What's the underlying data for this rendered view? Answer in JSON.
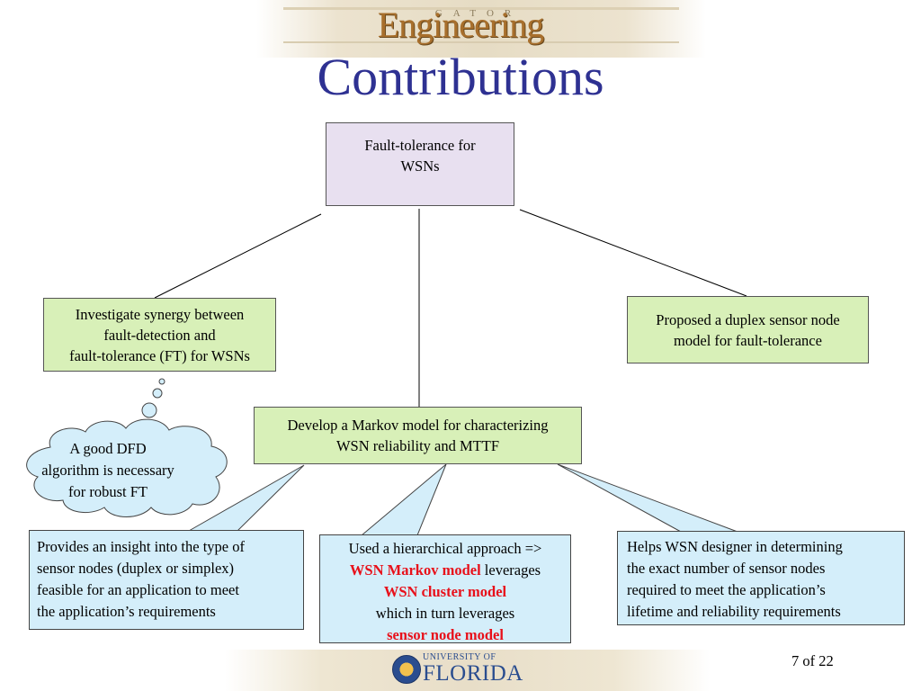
{
  "header": {
    "logo_gator": "GATOR",
    "logo_engineering": "Engineering",
    "title": "Contributions"
  },
  "diagram": {
    "root": {
      "line1": "Fault-tolerance for",
      "line2": "WSNs"
    },
    "branch_left": {
      "line1": "Investigate synergy between",
      "line2": "fault-detection and",
      "line3": "fault-tolerance (FT) for WSNs"
    },
    "branch_right": {
      "line1": "Proposed a duplex sensor node",
      "line2": "model for fault-tolerance"
    },
    "branch_center": {
      "line1": "Develop a Markov model for characterizing",
      "line2": "WSN reliability and MTTF"
    },
    "thought_cloud": {
      "line1": "A good DFD",
      "line2": "algorithm is necessary",
      "line3": "for robust FT"
    },
    "callout_left": {
      "line1": "Provides an insight into the type of",
      "line2": "sensor nodes (duplex or simplex)",
      "line3": "feasible for an application to meet",
      "line4": "the application’s requirements"
    },
    "callout_center": {
      "line1": "Used a hierarchical approach =>",
      "line2_red": "WSN Markov model",
      "line2_rest": " leverages",
      "line3_red": "WSN cluster model",
      "line4": "which in turn leverages",
      "line5_red": "sensor node model"
    },
    "callout_right": {
      "line1": "Helps WSN designer in determining",
      "line2": "the exact number of sensor nodes",
      "line3": "required to meet the application’s",
      "line4": "lifetime and reliability requirements"
    }
  },
  "footer": {
    "university_small": "UNIVERSITY OF",
    "university_large": "FLORIDA",
    "page": "7 of 22"
  },
  "colors": {
    "title": "#2e3192",
    "root_fill": "#e8e0f0",
    "branch_fill": "#d8f0b8",
    "callout_fill": "#d4eefa",
    "highlight": "#e8101a"
  }
}
